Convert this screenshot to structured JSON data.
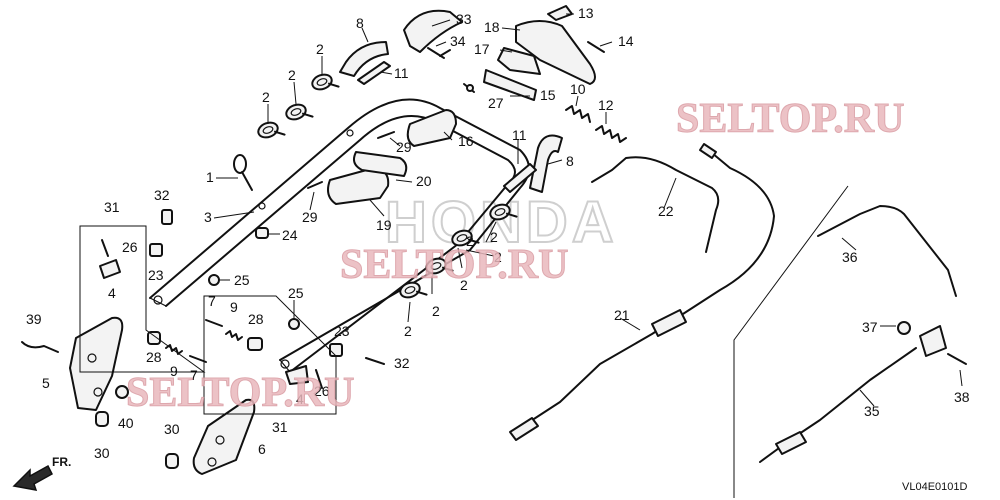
{
  "watermark": "SELTOP.RU",
  "brand_mark": "HONDA",
  "direction_label": "FR.",
  "reference_code": "VL04E0101D",
  "callouts": {
    "c1": "1",
    "c2a": "2",
    "c2b": "2",
    "c2c": "2",
    "c2d": "2",
    "c2e": "2",
    "c2f": "2",
    "c2g": "2",
    "c2h": "2",
    "c2i": "2",
    "c3": "3",
    "c4a": "4",
    "c4b": "4",
    "c5": "5",
    "c6": "6",
    "c7a": "7",
    "c7b": "7",
    "c8a": "8",
    "c8b": "8",
    "c9a": "9",
    "c9b": "9",
    "c10": "10",
    "c11a": "11",
    "c11b": "11",
    "c12": "12",
    "c13": "13",
    "c14": "14",
    "c15": "15",
    "c16": "16",
    "c17": "17",
    "c18": "18",
    "c19": "19",
    "c20": "20",
    "c21": "21",
    "c22": "22",
    "c23a": "23",
    "c23b": "23",
    "c24": "24",
    "c25a": "25",
    "c25b": "25",
    "c26a": "26",
    "c26b": "26",
    "c27": "27",
    "c28a": "28",
    "c28b": "28",
    "c29a": "29",
    "c29b": "29",
    "c30a": "30",
    "c30b": "30",
    "c31a": "31",
    "c31b": "31",
    "c32a": "32",
    "c32b": "32",
    "c33": "33",
    "c34": "34",
    "c35": "35",
    "c36": "36",
    "c37": "37",
    "c38": "38",
    "c39": "39",
    "c40": "40"
  }
}
